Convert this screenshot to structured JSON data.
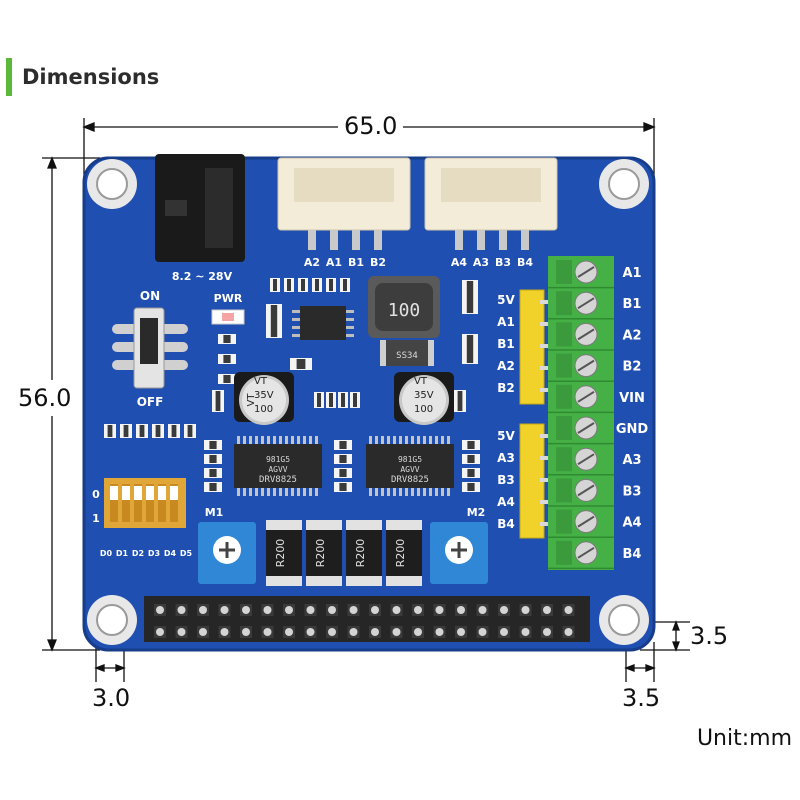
{
  "heading": "Dimensions",
  "dimensions": {
    "width": "65.0",
    "height": "56.0",
    "hole_offset_left": "3.0",
    "hole_offset_right": "3.5",
    "hole_offset_bottom": "3.5",
    "unit": "Unit:mm"
  },
  "board": {
    "power_input": "8.2 ~ 28V",
    "switch_on": "ON",
    "switch_off": "OFF",
    "pwr_led": "PWR",
    "connector_top_left_pins": [
      "A2",
      "A1",
      "B1",
      "B2"
    ],
    "connector_top_right_pins": [
      "A4",
      "A3",
      "B3",
      "B4"
    ],
    "header_left_upper": [
      "5V",
      "A1",
      "B1",
      "A2",
      "B2"
    ],
    "header_left_lower": [
      "5V",
      "A3",
      "B3",
      "A4",
      "B4"
    ],
    "terminal_labels": [
      "A1",
      "B1",
      "A2",
      "B2",
      "VIN",
      "GND",
      "A3",
      "B3",
      "A4",
      "B4"
    ],
    "dip_labels": [
      "D0",
      "D1",
      "D2",
      "D3",
      "D4",
      "D5"
    ],
    "dip_state_0": "0",
    "dip_state_1": "1",
    "motor_1": "M1",
    "motor_2": "M2",
    "inductor": "100",
    "diode": "SS34",
    "cap_label": "100\n35V\nVT",
    "cap_line1": "100",
    "cap_line2": "35V",
    "cap_line3": "VT",
    "driver_chip_line1": "DRV8825",
    "driver_chip_line2": "AGVV",
    "driver_chip_line3": "981G5",
    "resistor": "R200"
  },
  "colors": {
    "pcb": "#1f4fb0",
    "terminal": "#45b046",
    "header": "#f0d22a",
    "heading_bar": "#5cb83a"
  }
}
